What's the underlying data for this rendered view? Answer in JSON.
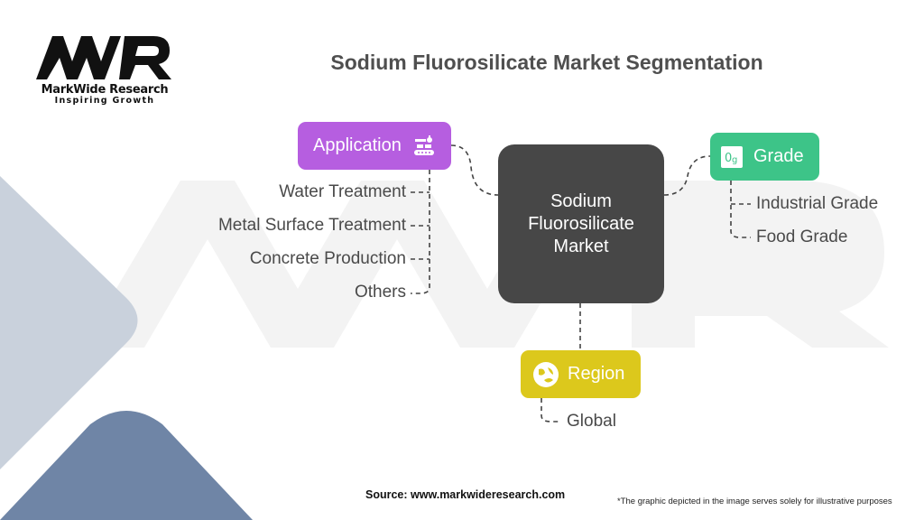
{
  "logo": {
    "mark": "MWR",
    "name": "MarkWide Research",
    "tagline": "Inspiring Growth"
  },
  "title": "Sodium Fluorosilicate Market Segmentation",
  "center": {
    "label_lines": [
      "Sodium",
      "Fluorosilicate",
      "Market"
    ]
  },
  "segments": {
    "application": {
      "label": "Application",
      "icon": "conveyor-robot-icon",
      "color": "#b65ee0",
      "items": [
        "Water Treatment",
        "Metal Surface Treatment",
        "Concrete Production",
        "Others"
      ]
    },
    "grade": {
      "label": "Grade",
      "icon": "grade-icon",
      "color": "#3dc488",
      "items": [
        "Industrial Grade",
        "Food Grade"
      ]
    },
    "region": {
      "label": "Region",
      "icon": "globe-icon",
      "color": "#dcc81c",
      "items": [
        "Global"
      ]
    }
  },
  "footer": {
    "source": "Source: www.markwideresearch.com",
    "disclaimer": "*The graphic depicted in the image serves solely for illustrative purposes"
  }
}
